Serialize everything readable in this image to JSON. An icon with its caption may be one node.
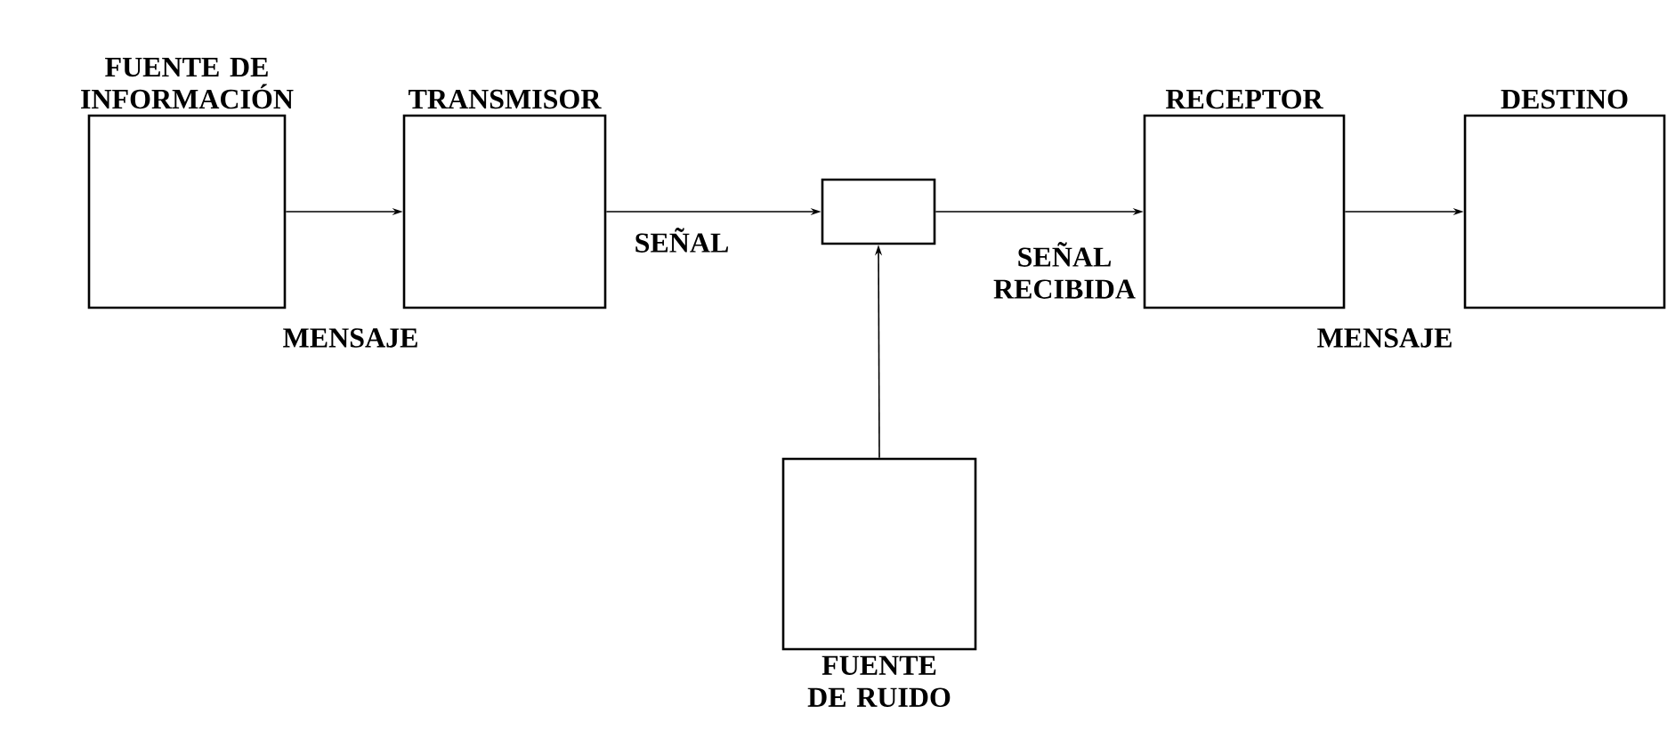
{
  "diagram": {
    "nodes": [
      {
        "text": [
          "FUENTE DE INFORMACIÓN"
        ]
      },
      {
        "text": [
          "TRANSMISOR"
        ]
      },
      {
        "text": [],
        "shape": "box"
      },
      {
        "text": [
          "RECEPTOR"
        ]
      },
      {
        "text": [
          "DESTINO"
        ]
      },
      {
        "text": [
          "FUENTE DE RUIDO"
        ]
      }
    ],
    "edges": [
      {
        "from": 0,
        "to": 1,
        "arrow": "to",
        "label": "MENSAJE"
      },
      {
        "from": 1,
        "to": 2,
        "arrow": "to",
        "label": "SEÑAL"
      },
      {
        "from": 2,
        "to": 3,
        "arrow": "to",
        "label": "SEÑAL RECIBIDA"
      },
      {
        "from": 3,
        "to": 4,
        "arrow": "to",
        "label": "MENSAJE"
      },
      {
        "from": 5,
        "to": 2,
        "arrow": "to"
      }
    ]
  }
}
